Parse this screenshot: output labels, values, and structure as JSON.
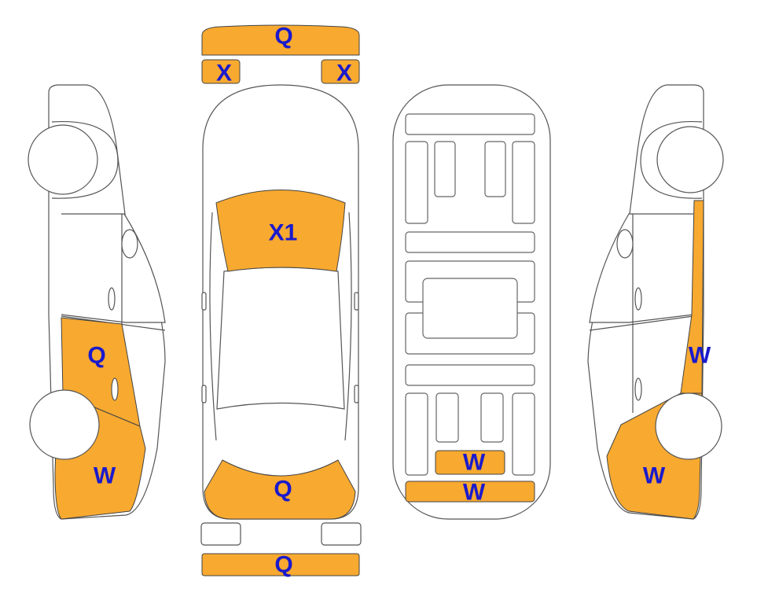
{
  "colors": {
    "damage_fill": "#F7A930",
    "code_text": "#1A1ACC",
    "outline": "#555555"
  },
  "codes": {
    "front_bumper_bar": "Q",
    "front_left_light": "X",
    "front_right_light": "X",
    "windshield": "X1",
    "rear_bumper_top": "Q",
    "rear_bumper_bar": "Q",
    "left_rear_door": "Q",
    "left_rear_fender": "W",
    "trunk_inner_small": "W",
    "trunk_inner_sill": "W",
    "right_rocker": "W",
    "right_rear_fender": "W"
  }
}
